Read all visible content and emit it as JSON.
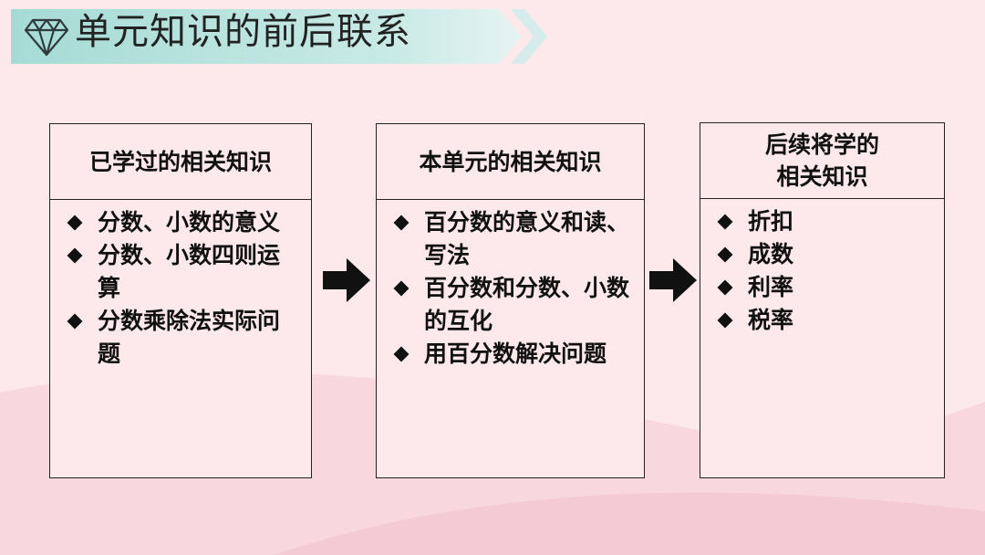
{
  "header": {
    "title": "单元知识的前后联系",
    "icon": "diamond-icon"
  },
  "boxes": [
    {
      "title_lines": [
        "已学过的相关知识"
      ],
      "items": [
        "分数、小数的意义",
        "分数、小数四则运算",
        "分数乘除法实际问题"
      ]
    },
    {
      "title_lines": [
        "本单元的相关知识"
      ],
      "items": [
        "百分数的意义和读、写法",
        "百分数和分数、小数的互化",
        "用百分数解决问题"
      ]
    },
    {
      "title_lines": [
        "后续将学的",
        "相关知识"
      ],
      "items": [
        "折扣",
        "成数",
        "利率",
        "税率"
      ]
    }
  ],
  "colors": {
    "background": "#fde8ec",
    "header_band": "#a8dcd6",
    "wave": "#f4c6cf"
  }
}
